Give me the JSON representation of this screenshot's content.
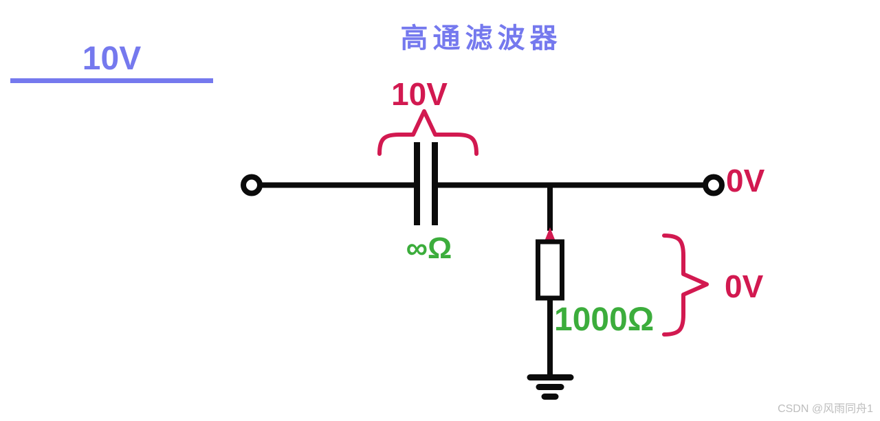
{
  "colors": {
    "blue": "#7579ee",
    "red": "#d21950",
    "green": "#3cad3c",
    "black": "#0b0b0b",
    "gray": "#bdbdbd"
  },
  "title": "高通滤波器",
  "input_source": {
    "voltage": "10V"
  },
  "capacitor": {
    "voltage": "10V",
    "impedance": "∞Ω"
  },
  "resistor": {
    "resistance": "1000Ω",
    "voltage": "0V"
  },
  "output": {
    "voltage": "0V"
  },
  "watermark": "CSDN @风雨同舟1"
}
